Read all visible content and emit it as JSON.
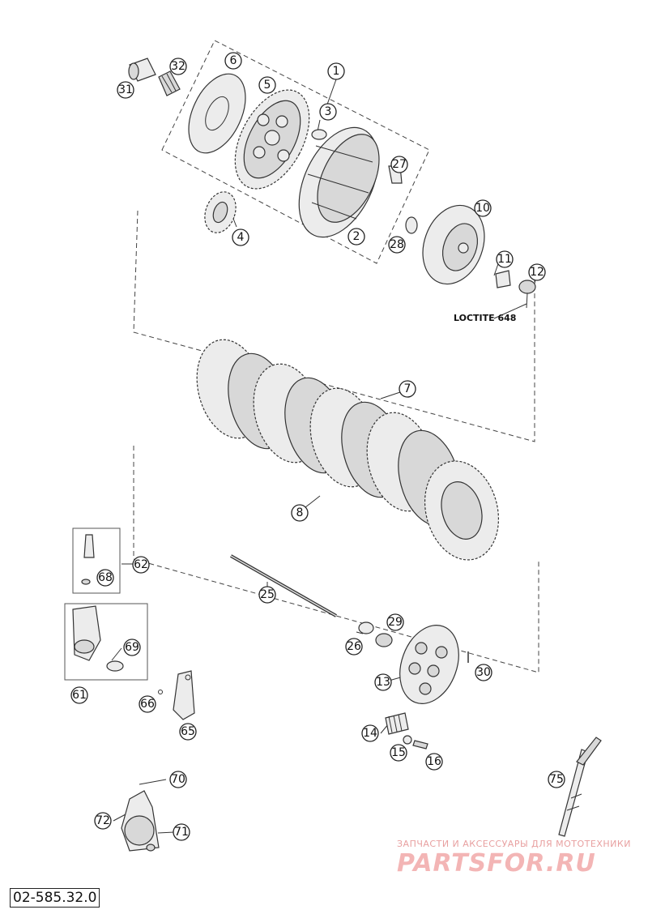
{
  "diagram": {
    "code": "02-585.32.0",
    "loctite_label": "LOCTITE 648",
    "watermark_caption": "ЗАПЧАСТИ И АКСЕССУАРЫ ДЛЯ МОТОТЕХНИКИ",
    "watermark_brand": "PARTSFOR.RU"
  },
  "callouts": [
    {
      "id": "c1",
      "label": "1"
    },
    {
      "id": "c2",
      "label": "2"
    },
    {
      "id": "c3",
      "label": "3"
    },
    {
      "id": "c4",
      "label": "4"
    },
    {
      "id": "c5",
      "label": "5"
    },
    {
      "id": "c6",
      "label": "6"
    },
    {
      "id": "c7",
      "label": "7"
    },
    {
      "id": "c8",
      "label": "8"
    },
    {
      "id": "c10",
      "label": "10"
    },
    {
      "id": "c11",
      "label": "11"
    },
    {
      "id": "c12",
      "label": "12"
    },
    {
      "id": "c13",
      "label": "13"
    },
    {
      "id": "c14",
      "label": "14"
    },
    {
      "id": "c15",
      "label": "15"
    },
    {
      "id": "c16",
      "label": "16"
    },
    {
      "id": "c25",
      "label": "25"
    },
    {
      "id": "c26",
      "label": "26"
    },
    {
      "id": "c27",
      "label": "27"
    },
    {
      "id": "c28",
      "label": "28"
    },
    {
      "id": "c29",
      "label": "29"
    },
    {
      "id": "c30",
      "label": "30"
    },
    {
      "id": "c31",
      "label": "31"
    },
    {
      "id": "c32",
      "label": "32"
    },
    {
      "id": "c61",
      "label": "61"
    },
    {
      "id": "c62",
      "label": "62"
    },
    {
      "id": "c65",
      "label": "65"
    },
    {
      "id": "c66",
      "label": "66"
    },
    {
      "id": "c68",
      "label": "68"
    },
    {
      "id": "c69",
      "label": "69"
    },
    {
      "id": "c70",
      "label": "70"
    },
    {
      "id": "c71",
      "label": "71"
    },
    {
      "id": "c72",
      "label": "72"
    },
    {
      "id": "c75",
      "label": "75"
    }
  ]
}
